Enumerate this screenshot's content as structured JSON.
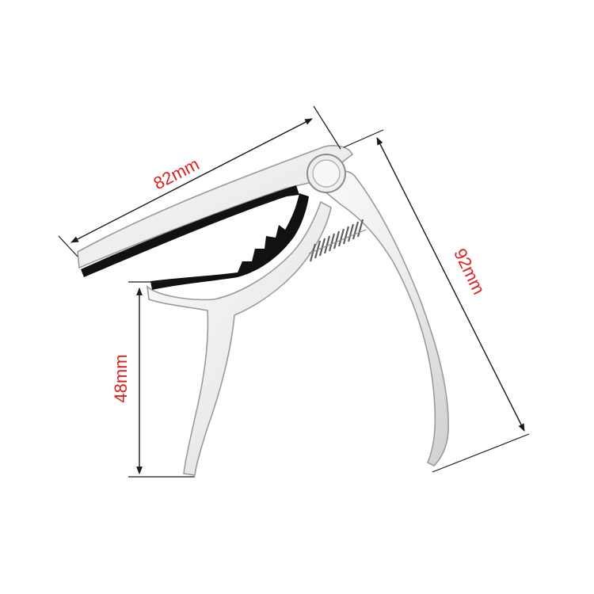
{
  "dimensions": {
    "width_label": "82mm",
    "height_label": "92mm",
    "handle_label": "48mm"
  },
  "colors": {
    "dimension_text": "#e0201e",
    "dimension_line": "#1a1a1a",
    "metal_light": "#f4f4f4",
    "metal_mid": "#d6d6d6",
    "metal_outline": "#9a9a9a",
    "pad_black": "#111111",
    "spring": "#6a6a6a"
  }
}
